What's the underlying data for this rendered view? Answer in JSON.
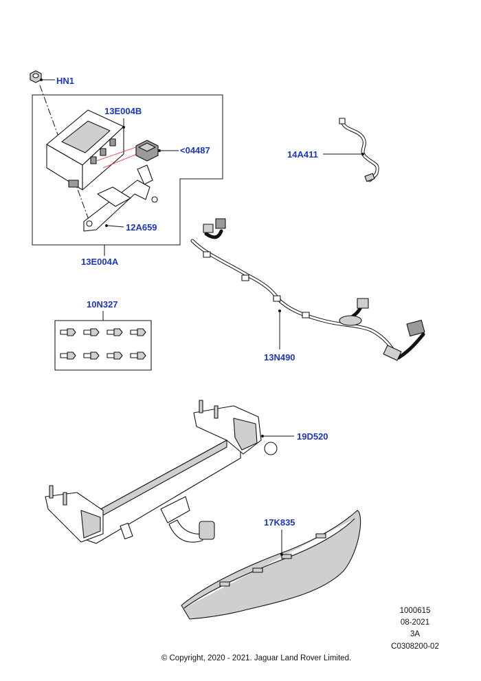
{
  "callouts": {
    "hn1": "HN1",
    "module": "13E004B",
    "connector": "<04487",
    "bracket": "12A659",
    "assembly": "13E004A",
    "harness_small": "14A411",
    "bolts": "10N327",
    "harness_main": "13N490",
    "towbar": "19D520",
    "cover": "17K835"
  },
  "meta": {
    "ref_number": "1000615",
    "date": "08-2021",
    "revision": "3A",
    "catalog_code": "C0308200-02"
  },
  "footer": {
    "copyright": "© Copyright, 2020 - 2021. Jaguar Land Rover Limited."
  }
}
